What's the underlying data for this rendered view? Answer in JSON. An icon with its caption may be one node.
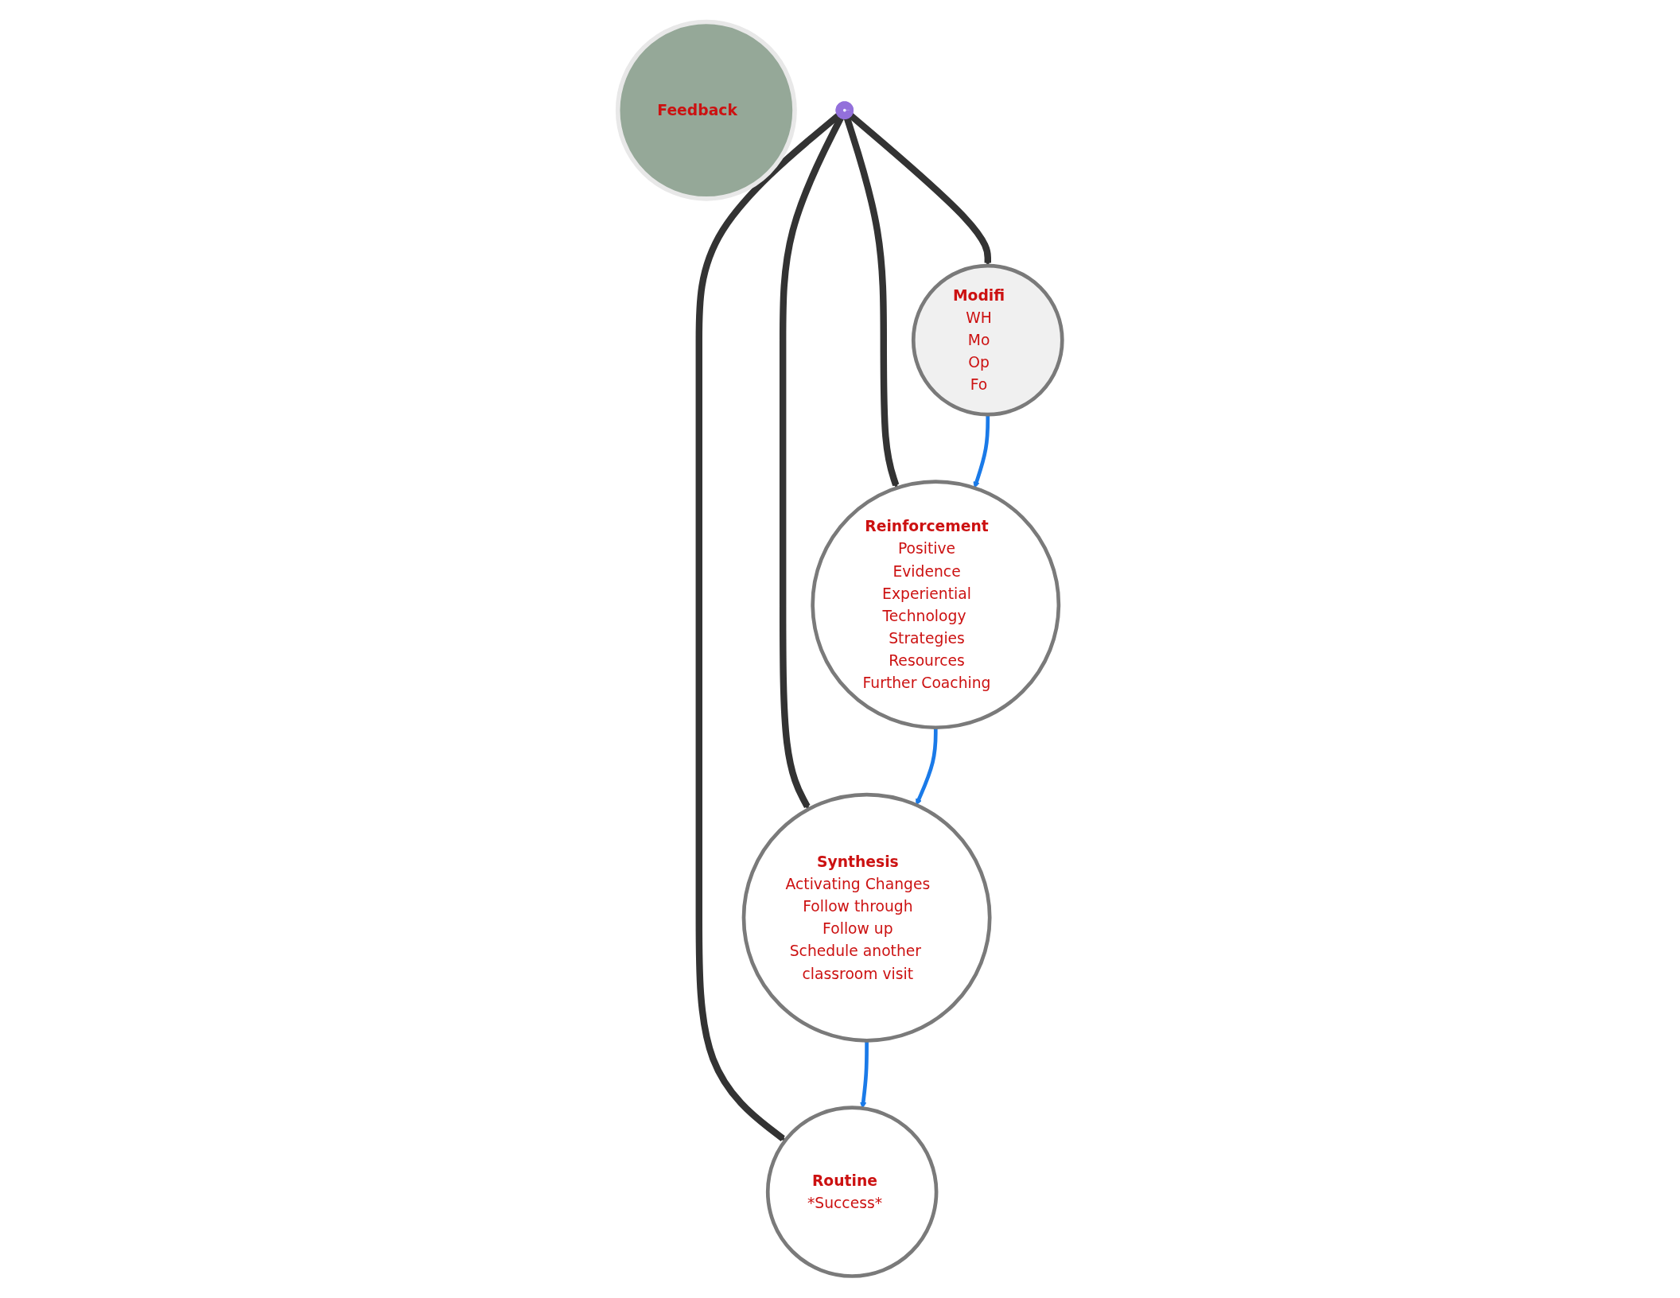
{
  "diagram": {
    "nodes": [
      {
        "text": [
          "Feedback"
        ]
      },
      {
        "text": [],
        "shape": "circle"
      },
      {
        "text": [
          "Routine",
          "*Success*"
        ]
      },
      {
        "text": [
          "Synthesis",
          "Activating Changes",
          "Follow through",
          "Follow up",
          "Schedule another classroom visit"
        ]
      },
      {
        "text": [
          "Modifi",
          "WH",
          "Mo",
          "Op",
          "Fo"
        ]
      },
      {
        "text": [
          "Reinforcement",
          "Positive",
          "Evidence",
          "Experiential",
          "Technology Strategies",
          "Resources",
          "Further Coaching"
        ]
      }
    ],
    "edges": [
      {
        "from": 1,
        "to": 2,
        "arrow": "to"
      },
      {
        "from": 1,
        "to": 3,
        "arrow": "to"
      },
      {
        "from": 1,
        "to": 5,
        "arrow": "to"
      },
      {
        "from": 1,
        "to": 4,
        "arrow": "to"
      },
      {
        "from": 4,
        "to": 5,
        "arrow": "to",
        "color": "#1a7ae8"
      },
      {
        "from": 5,
        "to": 3,
        "arrow": "to",
        "color": "#1a7ae8"
      },
      {
        "from": 3,
        "to": 2,
        "arrow": "to",
        "color": "#1a7ae8"
      }
    ]
  }
}
